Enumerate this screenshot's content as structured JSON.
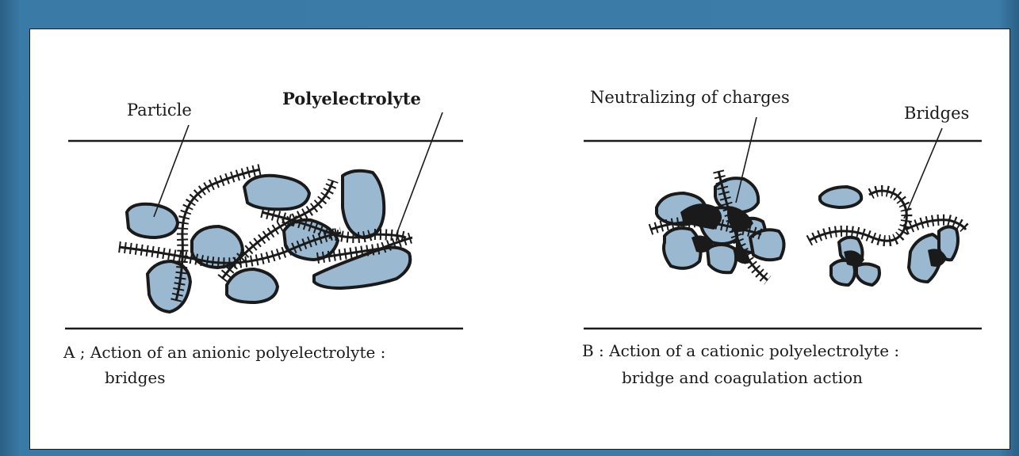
{
  "diagram": {
    "panel_a": {
      "label_particle": "Particle",
      "label_polyelectrolyte": "Polyelectrolyte",
      "caption_line1": "A ;  Action of an anionic  polyelectrolyte :",
      "caption_line2": "bridges"
    },
    "panel_b": {
      "label_neutralizing": "Neutralizing of charges",
      "label_bridges": "Bridges",
      "caption_line1": "B : Action of a cationic polyelectrolyte :",
      "caption_line2": "bridge and coagulation action"
    },
    "colors": {
      "particle_fill": "#9ab8cf",
      "ink": "#1a1a1a",
      "frame_blue": "#3a7aa6"
    }
  }
}
